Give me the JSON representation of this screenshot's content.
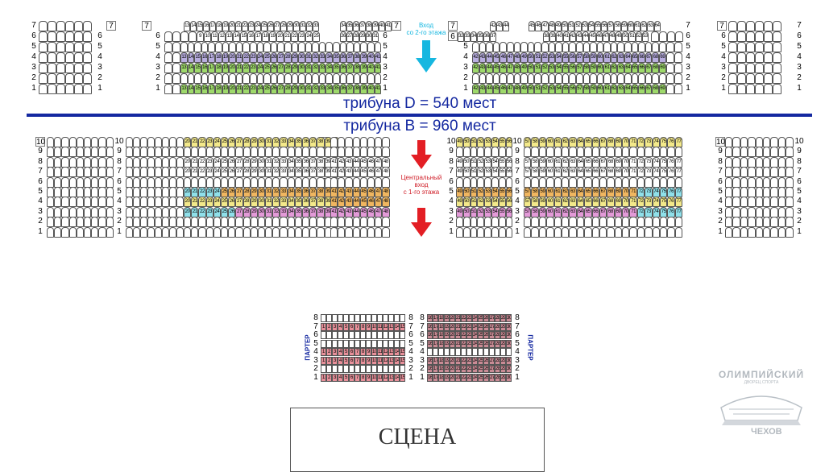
{
  "tribune_d_title": "трибуна D = 540 мест",
  "tribune_b_title": "трибуна B = 960 мест",
  "entrance_top": {
    "line1": "Вход",
    "line2": "со 2-го этажа"
  },
  "entrance_center": {
    "line1": "Центральный",
    "line2": "вход",
    "line3": "с 1-го этажа"
  },
  "parter_label": "ПАРТЕР",
  "stage_label": "СЦЕНА",
  "logo": {
    "name": "ОЛИМПИЙСКИЙ",
    "subtitle": "ДВОРЕЦ СПОРТА",
    "city": "ЧЕХОВ"
  },
  "colors": {
    "tribune_blue": "#1428a0",
    "arrow_cyan": "#16b7e0",
    "arrow_red": "#e31e24",
    "entrance_center_text": "#d0202a",
    "seat_purple": "#b9aee0",
    "seat_green": "#9ed96b",
    "seat_yellow": "#f3e98a",
    "seat_orange": "#f0b660",
    "seat_cyan": "#8fe0ea",
    "seat_magenta": "#e39ad8",
    "parter_red": "#e8909a",
    "parter_dark": "#c98b95"
  },
  "tribune_d": {
    "left_corner": {
      "rows": [
        "7",
        "6",
        "5",
        "4",
        "3",
        "2",
        "1"
      ]
    },
    "left_main": {
      "rows": [
        "7",
        "6",
        "5",
        "4",
        "3",
        "2",
        "1"
      ],
      "row7_left_seats": [
        "13",
        "14",
        "15",
        "16",
        "17",
        "18",
        "19",
        "20",
        "21",
        "22",
        "23",
        "24",
        "25",
        "26",
        "27",
        "28",
        "29",
        "30",
        "31",
        "32",
        "33"
      ],
      "row7_right_seats": [
        "34",
        "35",
        "36",
        "37",
        "38",
        "39",
        "40",
        "41"
      ],
      "row6_left_seats": [
        "9",
        "10",
        "11",
        "12",
        "13",
        "14",
        "15",
        "16",
        "17",
        "18",
        "19",
        "20",
        "21",
        "22",
        "23",
        "24",
        "25"
      ],
      "row6_right_seats": [
        "26",
        "27",
        "28",
        "29",
        "30",
        "31"
      ],
      "row4_seats": [
        "13",
        "14",
        "15",
        "16",
        "17",
        "18",
        "19",
        "20",
        "21",
        "22",
        "23",
        "24",
        "25",
        "26",
        "27",
        "28",
        "29",
        "30",
        "31",
        "32",
        "33",
        "34",
        "35",
        "36",
        "37",
        "38",
        "39",
        "40",
        "41"
      ],
      "row3_seats": [
        "13",
        "14",
        "15",
        "16",
        "17",
        "18",
        "19",
        "20",
        "21",
        "22",
        "23",
        "24",
        "25",
        "26",
        "27",
        "28",
        "29",
        "30",
        "31",
        "32",
        "33",
        "34",
        "35",
        "36",
        "37",
        "38",
        "39",
        "40",
        "41"
      ],
      "row1_seats": [
        "13",
        "14",
        "15",
        "16",
        "17",
        "18",
        "19",
        "20",
        "21",
        "22",
        "23",
        "24",
        "25",
        "26",
        "27",
        "28",
        "29",
        "30",
        "31",
        "32",
        "33",
        "34",
        "35",
        "36",
        "37",
        "38",
        "39",
        "40",
        "41"
      ]
    },
    "right_main": {
      "rows": [
        "7",
        "6",
        "5",
        "4",
        "3",
        "2",
        "1"
      ],
      "row7_left_seats": [
        "42",
        "43",
        "44"
      ],
      "row7_right_seats": [
        "45",
        "46",
        "47",
        "48",
        "49",
        "50",
        "51",
        "52",
        "53",
        "54",
        "55",
        "56",
        "57",
        "58",
        "59",
        "60",
        "61",
        "62",
        "63",
        "64"
      ],
      "row6_left_seats": [
        "32",
        "33",
        "34",
        "35",
        "36",
        "37"
      ],
      "row6_right_seats": [
        "38",
        "39",
        "40",
        "41",
        "42",
        "43",
        "44",
        "45",
        "46",
        "47",
        "48",
        "49",
        "50",
        "51",
        "52",
        "53"
      ],
      "row4_seats": [
        "42",
        "43",
        "44",
        "45",
        "46",
        "47",
        "48",
        "49",
        "50",
        "51",
        "52",
        "53",
        "54",
        "55",
        "56",
        "57",
        "58",
        "59",
        "60",
        "61",
        "62",
        "63",
        "64",
        "65",
        "66",
        "67",
        "68",
        "69"
      ],
      "row3_seats": [
        "42",
        "43",
        "44",
        "45",
        "46",
        "47",
        "48",
        "49",
        "50",
        "51",
        "52",
        "53",
        "54",
        "55",
        "56",
        "57",
        "58",
        "59",
        "60",
        "61",
        "62",
        "63",
        "64",
        "65",
        "66",
        "67",
        "68",
        "69"
      ],
      "row1_seats": [
        "42",
        "43",
        "44",
        "45",
        "46",
        "47",
        "48",
        "49",
        "50",
        "51",
        "52",
        "53",
        "54",
        "55",
        "56",
        "57",
        "58",
        "59",
        "60",
        "61",
        "62",
        "63",
        "64",
        "65",
        "66",
        "67",
        "68",
        "69"
      ]
    },
    "right_corner": {
      "rows": [
        "7",
        "6",
        "5",
        "4",
        "3",
        "2",
        "1"
      ]
    }
  },
  "tribune_b": {
    "rows": [
      "10",
      "9",
      "8",
      "7",
      "6",
      "5",
      "4",
      "3",
      "2",
      "1"
    ],
    "left_main_seats": [
      "20",
      "21",
      "22",
      "23",
      "24",
      "25",
      "26",
      "27",
      "28",
      "29",
      "30",
      "31",
      "32",
      "33",
      "34",
      "35",
      "36",
      "37",
      "38",
      "39",
      "40"
    ],
    "left_aisle_seats": [
      "41",
      "42",
      "43",
      "44",
      "45",
      "46",
      "47",
      "48"
    ],
    "right_aisle_seats": [
      "49",
      "50",
      "51",
      "52",
      "53",
      "54",
      "55",
      "56"
    ],
    "right_main_seats": [
      "57",
      "58",
      "59",
      "60",
      "61",
      "62",
      "63",
      "64",
      "65",
      "66",
      "67",
      "68",
      "69",
      "70",
      "71",
      "72",
      "73",
      "74",
      "75",
      "76",
      "77"
    ]
  },
  "parter": {
    "rows": [
      "8",
      "7",
      "6",
      "5",
      "4",
      "3",
      "2",
      "1"
    ],
    "left_seats": [
      "1",
      "2",
      "3",
      "4",
      "5",
      "6",
      "7",
      "8",
      "9",
      "10",
      "11",
      "12",
      "13",
      "14",
      "15"
    ],
    "right_seats": [
      "16",
      "17",
      "18",
      "19",
      "20",
      "21",
      "22",
      "23",
      "24",
      "25",
      "26",
      "27",
      "28",
      "29",
      "30"
    ]
  }
}
